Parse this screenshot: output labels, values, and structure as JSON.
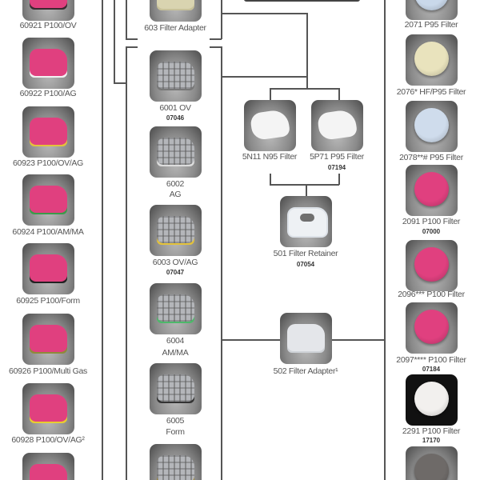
{
  "colors": {
    "line": "#555555",
    "label": "#555555",
    "magenta": "#e0407f",
    "gray": "#a9aaad",
    "white": "#eeeeee",
    "blue": "#c9d8ea",
    "cream": "#e9e3bd"
  },
  "left_column": [
    {
      "label": "60921 P100/OV",
      "shape": "cart",
      "top": "#e0407f",
      "band": "#3a2a30"
    },
    {
      "label": "60922 P100/AG",
      "shape": "cart",
      "top": "#e0407f",
      "band": "#f2f2f2"
    },
    {
      "label": "60923 P100/OV/AG",
      "shape": "cart",
      "top": "#e0407f",
      "band": "#e3c23b"
    },
    {
      "label": "60924 P100/AM/MA",
      "shape": "cart",
      "top": "#e0407f",
      "band": "#3a9b4a"
    },
    {
      "label": "60925 P100/Form",
      "shape": "cart",
      "top": "#e0407f",
      "band": "#222222"
    },
    {
      "label": "60926 P100/Multi Gas",
      "shape": "cart",
      "top": "#e0407f",
      "band": "#8e8a3a"
    },
    {
      "label": "60928 P100/OV/AG²",
      "shape": "cart",
      "top": "#e0407f",
      "band": "#e8cc30"
    },
    {
      "label": "",
      "shape": "cart",
      "top": "#e0407f",
      "band": "#e0407f"
    }
  ],
  "middle_column": [
    {
      "label": "603 Filter Adapter",
      "shape": "cart",
      "top": "#d9d4b0",
      "band": "#c8c29a"
    },
    {
      "label": "6001 OV",
      "code": "07046",
      "shape": "cart",
      "top": "#b4b6ba",
      "band": "#777"
    },
    {
      "label": "6002",
      "sub": "AG",
      "shape": "cart",
      "top": "#b4b6ba",
      "band": "#ddd"
    },
    {
      "label": "6003 OV/AG",
      "code": "07047",
      "shape": "cart",
      "top": "#b4b6ba",
      "band": "#e3c23b"
    },
    {
      "label": "6004",
      "sub": "AM/MA",
      "shape": "cart",
      "top": "#b4b6ba",
      "band": "#4db86a"
    },
    {
      "label": "6005",
      "sub": "Form",
      "shape": "cart",
      "top": "#b4b6ba",
      "band": "#333"
    },
    {
      "label": "",
      "shape": "cart",
      "top": "#b4b6ba",
      "band": "#a08a3a"
    }
  ],
  "center": [
    {
      "label": "5N11 N95 Filter",
      "shape": "pad",
      "top": "#f4f4f4"
    },
    {
      "label": "5P71 P95 Filter",
      "code": "07194",
      "shape": "pad",
      "top": "#f4f4f4"
    },
    {
      "label": "501 Filter Retainer",
      "code": "07054",
      "shape": "ret",
      "top": "#eef1f4"
    },
    {
      "label": "502 Filter Adapter¹",
      "shape": "cart",
      "top": "#e4e6ea",
      "band": "#cfd3d8"
    }
  ],
  "right_column": [
    {
      "label": "2071 P95 Filter",
      "shape": "disc",
      "top": "#c9d8ea"
    },
    {
      "label": "2076* HF/P95 Filter",
      "shape": "disc",
      "top": "#e9e3bd"
    },
    {
      "label": "2078**# P95 Filter",
      "shape": "disc",
      "top": "#cfdcec"
    },
    {
      "label": "2091 P100 Filter",
      "code": "07000",
      "shape": "disc",
      "top": "#e0407f"
    },
    {
      "label": "2096*** P100 Filter",
      "shape": "disc",
      "top": "#e0407f"
    },
    {
      "label": "2097**** P100 Filter",
      "code": "07184",
      "shape": "disc",
      "top": "#e0407f"
    },
    {
      "label": "2291 P100 Filter",
      "code": "17170",
      "shape": "disc",
      "top": "#f2f0ee"
    },
    {
      "label": "",
      "shape": "disc",
      "top": "#6e6a68"
    }
  ]
}
